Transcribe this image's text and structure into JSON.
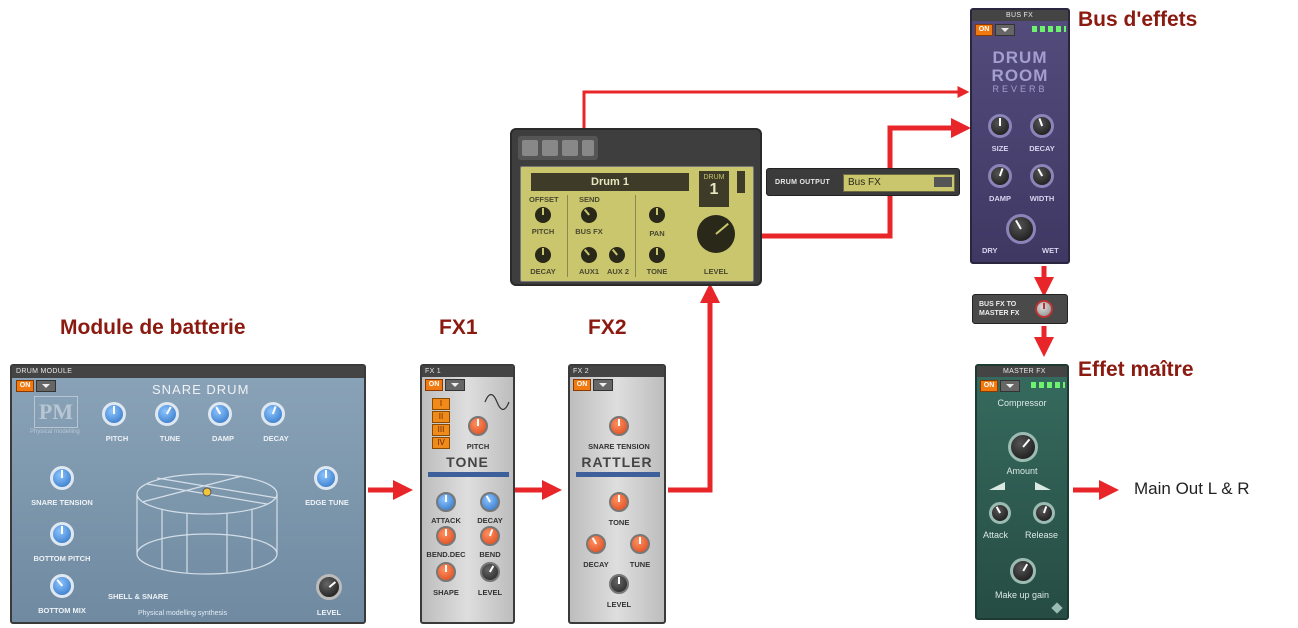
{
  "labels": {
    "module_title": "Module de batterie",
    "fx1_title": "FX1",
    "fx2_title": "FX2",
    "bus_title": "Bus d'effets",
    "master_title": "Effet maître",
    "main_out": "Main Out L & R"
  },
  "drum_module": {
    "header": "DRUM MODULE",
    "on": "ON",
    "name": "SNARE DRUM",
    "logo": "PM",
    "logo_sub": "Physical modelling",
    "knobs": [
      "PITCH",
      "TUNE",
      "DAMP",
      "DECAY"
    ],
    "side_knobs": [
      "SNARE TENSION",
      "BOTTOM PITCH",
      "BOTTOM MIX"
    ],
    "edge_tune": "EDGE TUNE",
    "shell": "SHELL & SNARE",
    "level": "LEVEL",
    "footer": "Physical modelling synthesis"
  },
  "fx1": {
    "header": "FX 1",
    "on": "ON",
    "modes": [
      "I",
      "II",
      "III",
      "IV"
    ],
    "pitch": "PITCH",
    "name": "TONE",
    "knobs": [
      "ATTACK",
      "DECAY",
      "BEND.DEC",
      "BEND",
      "SHAPE",
      "LEVEL"
    ]
  },
  "fx2": {
    "header": "FX 2",
    "on": "ON",
    "snare_tension": "SNARE TENSION",
    "name": "RATTLER",
    "tone": "TONE",
    "knobs": [
      "DECAY",
      "TUNE"
    ],
    "level": "LEVEL"
  },
  "mixer": {
    "drum_name": "Drum 1",
    "drum_label": "DRUM",
    "drum_number": "1",
    "offset": "OFFSET",
    "send": "SEND",
    "knobs": [
      "PITCH",
      "BUS FX",
      "PAN",
      "DECAY",
      "AUX1",
      "AUX 2",
      "TONE"
    ],
    "level": "LEVEL"
  },
  "drum_output": {
    "label": "DRUM OUTPUT",
    "value": "Bus FX"
  },
  "bus_fx": {
    "header": "BUS FX",
    "on": "ON",
    "name_line1": "DRUM",
    "name_line2": "ROOM",
    "name_line3": "REVERB",
    "knobs": [
      "SIZE",
      "DECAY",
      "DAMP",
      "WIDTH"
    ],
    "dry": "DRY",
    "wet": "WET"
  },
  "bus_to_master": {
    "line1": "BUS FX TO",
    "line2": "MASTER FX"
  },
  "master_fx": {
    "header": "MASTER FX",
    "on": "ON",
    "name": "Compressor",
    "amount": "Amount",
    "attack": "Attack",
    "release": "Release",
    "makeup": "Make up gain"
  },
  "colors": {
    "title": "#8b1a10",
    "arrow": "#e8262a",
    "drum_panel": "#7d97ae",
    "fx_panel": "#c9c9c9",
    "mixer_lcd": "#c9c66d",
    "reverb_panel": "#4b4470",
    "master_panel": "#2f5c52",
    "knob_blue": "#3a86d8",
    "knob_orange": "#e25b22"
  },
  "icons": [
    "on-button-icon",
    "dropdown-icon",
    "knob-icon",
    "snare-drum-icon",
    "arrow-icon",
    "sine-wave-icon"
  ]
}
